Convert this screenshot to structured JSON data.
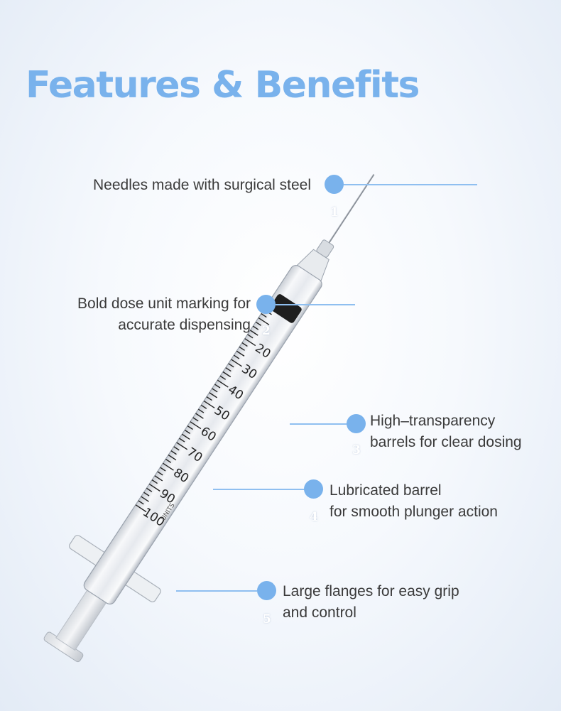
{
  "title": "Features & Benefits",
  "features": [
    {
      "number": "1",
      "lines": [
        "Needles made with surgical steel"
      ]
    },
    {
      "number": "2",
      "lines": [
        "Bold dose unit marking for",
        "accurate dispensing"
      ]
    },
    {
      "number": "3",
      "lines": [
        "High–transparency",
        "barrels for clear dosing"
      ]
    },
    {
      "number": "4",
      "lines": [
        "Lubricated barrel",
        "for smooth plunger action"
      ]
    },
    {
      "number": "5",
      "lines": [
        "Large flanges for easy grip",
        "and control"
      ]
    }
  ],
  "scale": {
    "units": [
      "20",
      "30",
      "40",
      "50",
      "60",
      "70",
      "80",
      "90",
      "100"
    ],
    "unit_label": "UNITS"
  },
  "colors": {
    "accent": "#79b2ec",
    "text": "#3a3a3a"
  }
}
